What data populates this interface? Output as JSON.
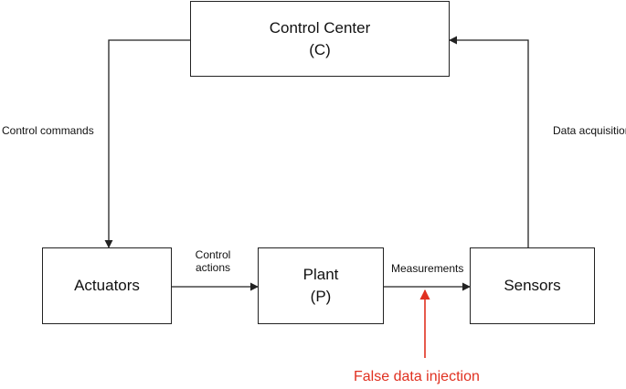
{
  "nodes": {
    "control_center": {
      "title": "Control Center",
      "subtitle": "(C)"
    },
    "actuators": {
      "title": "Actuators"
    },
    "plant": {
      "title": "Plant",
      "subtitle": "(P)"
    },
    "sensors": {
      "title": "Sensors"
    }
  },
  "edges": {
    "control_commands": "Control commands",
    "control_actions": {
      "line1": "Control",
      "line2": "actions"
    },
    "measurements": "Measurements",
    "data_acquisition": "Data acquisition"
  },
  "attack": {
    "label": "False data injection",
    "color": "#e03020"
  },
  "colors": {
    "line": "#222222",
    "text": "#111111"
  }
}
